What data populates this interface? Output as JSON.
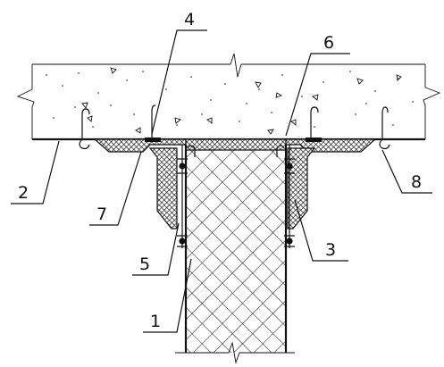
{
  "callouts": [
    {
      "id": "c1",
      "text": "1"
    },
    {
      "id": "c2",
      "text": "2"
    },
    {
      "id": "c3",
      "text": "3"
    },
    {
      "id": "c4",
      "text": "4"
    },
    {
      "id": "c5",
      "text": "5"
    },
    {
      "id": "c6",
      "text": "6"
    },
    {
      "id": "c7",
      "text": "7"
    },
    {
      "id": "c8",
      "text": "8"
    }
  ],
  "colors": {
    "line": "#111111",
    "background": "#ffffff",
    "concrete_fill": "#ffffff",
    "sealant_fill": "#444444"
  }
}
